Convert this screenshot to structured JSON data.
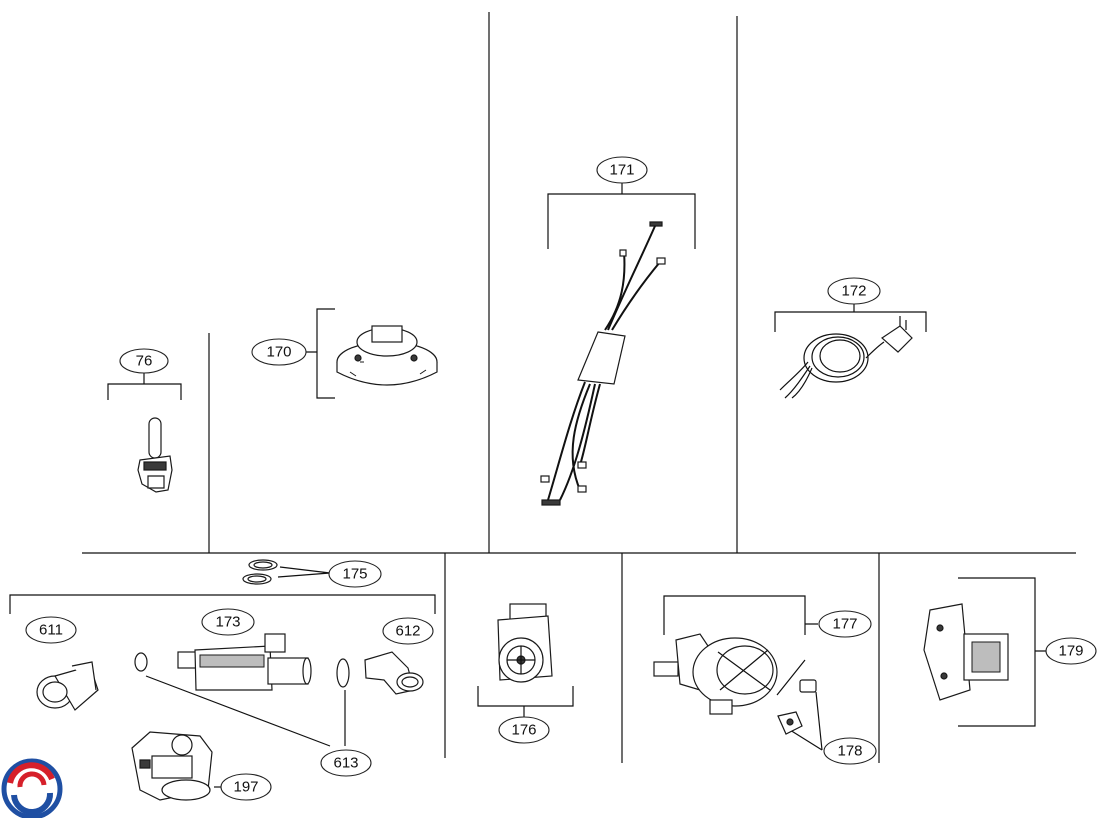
{
  "callouts": [
    {
      "id": "76",
      "label": "76"
    },
    {
      "id": "170",
      "label": "170"
    },
    {
      "id": "171",
      "label": "171"
    },
    {
      "id": "172",
      "label": "172"
    },
    {
      "id": "175",
      "label": "175"
    },
    {
      "id": "611",
      "label": "611"
    },
    {
      "id": "173",
      "label": "173"
    },
    {
      "id": "612",
      "label": "612"
    },
    {
      "id": "613",
      "label": "613"
    },
    {
      "id": "197",
      "label": "197"
    },
    {
      "id": "176",
      "label": "176"
    },
    {
      "id": "177",
      "label": "177"
    },
    {
      "id": "178",
      "label": "178"
    },
    {
      "id": "179",
      "label": "179"
    }
  ],
  "logo": {
    "name": "brand-logo",
    "colors": [
      "#1f4fa3",
      "#d6202a"
    ]
  }
}
